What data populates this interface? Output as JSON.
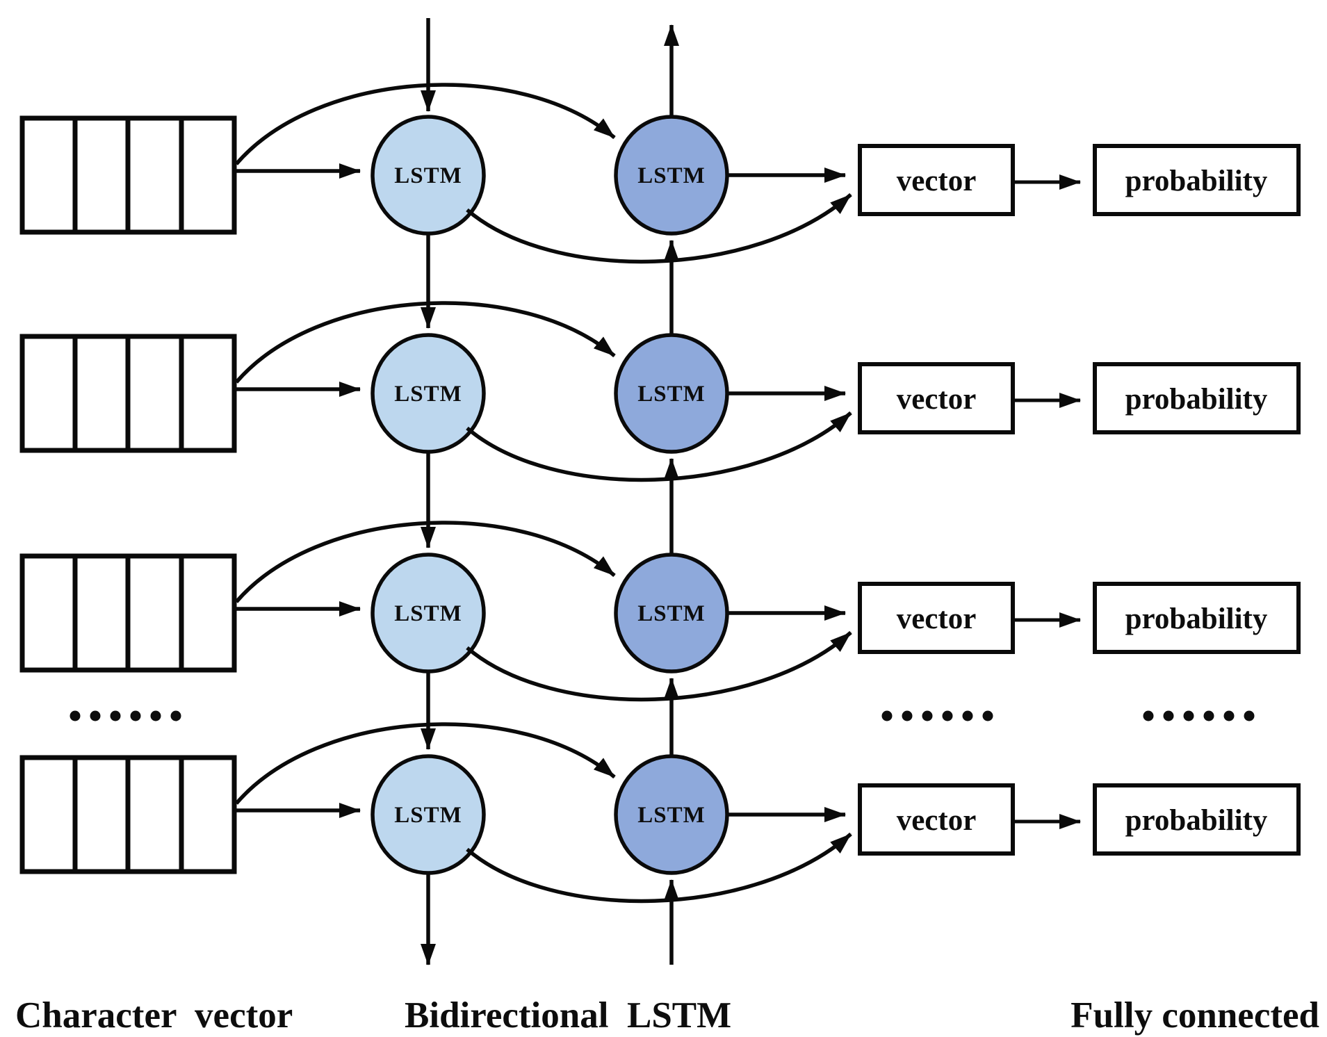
{
  "diagram": {
    "colors": {
      "forward_lstm_fill": "#BDD7EE",
      "backward_lstm_fill": "#8EA9DB",
      "stroke": "#0a0a0a",
      "text": "#0d0d0d",
      "background": "#ffffff"
    },
    "character_vector_cells": 4,
    "ellipsis": "......",
    "rows": [
      {
        "forward_label": "LSTM",
        "backward_label": "LSTM",
        "vector_label": "vector",
        "probability_label": "probability"
      },
      {
        "forward_label": "LSTM",
        "backward_label": "LSTM",
        "vector_label": "vector",
        "probability_label": "probability"
      },
      {
        "forward_label": "LSTM",
        "backward_label": "LSTM",
        "vector_label": "vector",
        "probability_label": "probability"
      },
      {
        "forward_label": "LSTM",
        "backward_label": "LSTM",
        "vector_label": "vector",
        "probability_label": "probability"
      }
    ],
    "footer_labels": {
      "left": "Character  vector",
      "center": "Bidirectional  LSTM",
      "right": "Fully connected"
    }
  }
}
